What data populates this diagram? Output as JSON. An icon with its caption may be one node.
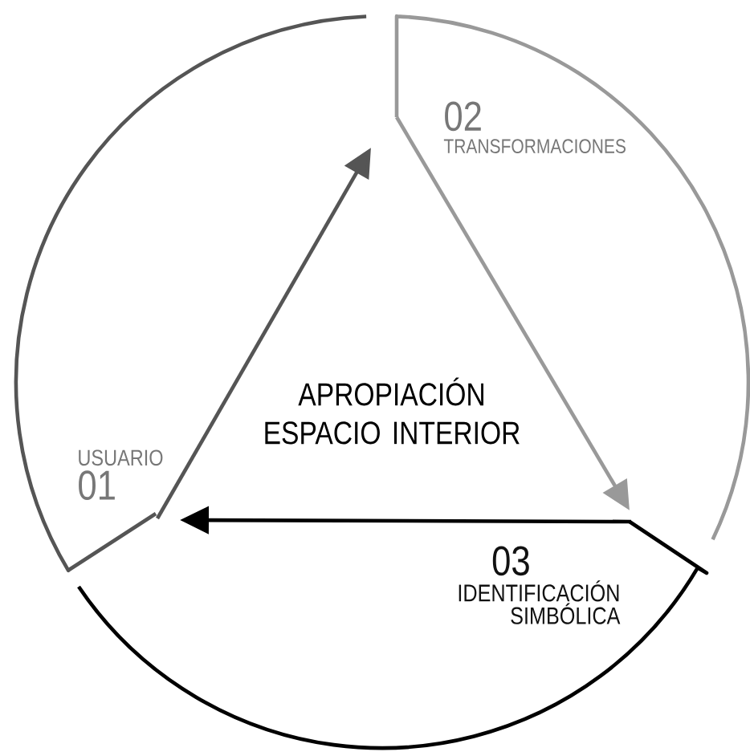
{
  "diagram": {
    "nodes": [
      {
        "text": [
          "USUARIO",
          "01"
        ]
      },
      {
        "text": [
          "02",
          "TRANSFORMACIONES"
        ]
      },
      {
        "text": [
          "03",
          "IDENTIFICACIÓN SIMBÓLICA"
        ]
      }
    ],
    "edges": [
      {
        "from": 0,
        "to": 1,
        "arrow": "to",
        "color": "#555555"
      },
      {
        "from": 1,
        "to": 2,
        "arrow": "to",
        "color": "#999999"
      },
      {
        "from": 2,
        "to": 0,
        "arrow": "to",
        "color": "#000000"
      }
    ],
    "labels": [
      "APROPIACIÓN ESPACIO INTERIOR"
    ]
  }
}
